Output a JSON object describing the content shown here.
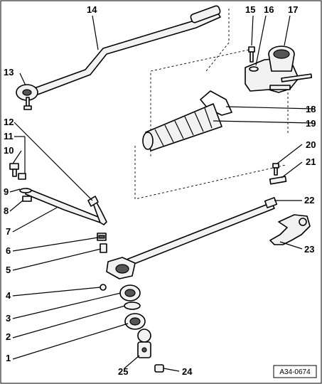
{
  "diagram": {
    "reference": "A34-0674",
    "callouts": [
      "1",
      "2",
      "3",
      "4",
      "5",
      "6",
      "7",
      "8",
      "9",
      "10",
      "11",
      "12",
      "13",
      "14",
      "15",
      "16",
      "17",
      "18",
      "19",
      "20",
      "21",
      "22",
      "23",
      "24",
      "25"
    ]
  }
}
